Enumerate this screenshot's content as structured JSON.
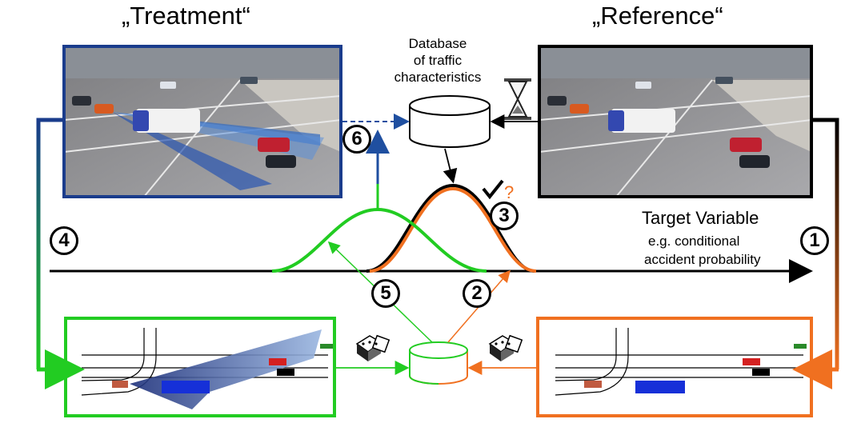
{
  "titles": {
    "treatment": "„Treatment“",
    "reference": "„Reference“"
  },
  "database": {
    "line1": "Database",
    "line2": "of traffic",
    "line3": "characteristics"
  },
  "target": {
    "label": "Target Variable",
    "example_line1": "e.g. conditional",
    "example_line2": "accident probability"
  },
  "steps": [
    "1",
    "2",
    "3",
    "4",
    "5",
    "6"
  ],
  "check_mark": "✔?",
  "colors": {
    "treatment_frame": "#1a3c8c",
    "reference_frame": "#000000",
    "green": "#22cc22",
    "orange": "#f07020",
    "blue_arrow": "#1f4fa0",
    "sensor_blue": "#3a6fc0"
  },
  "icons": [
    "truck-icon",
    "hourglass-icon",
    "dice-icon",
    "database-icon",
    "check-question-icon"
  ]
}
